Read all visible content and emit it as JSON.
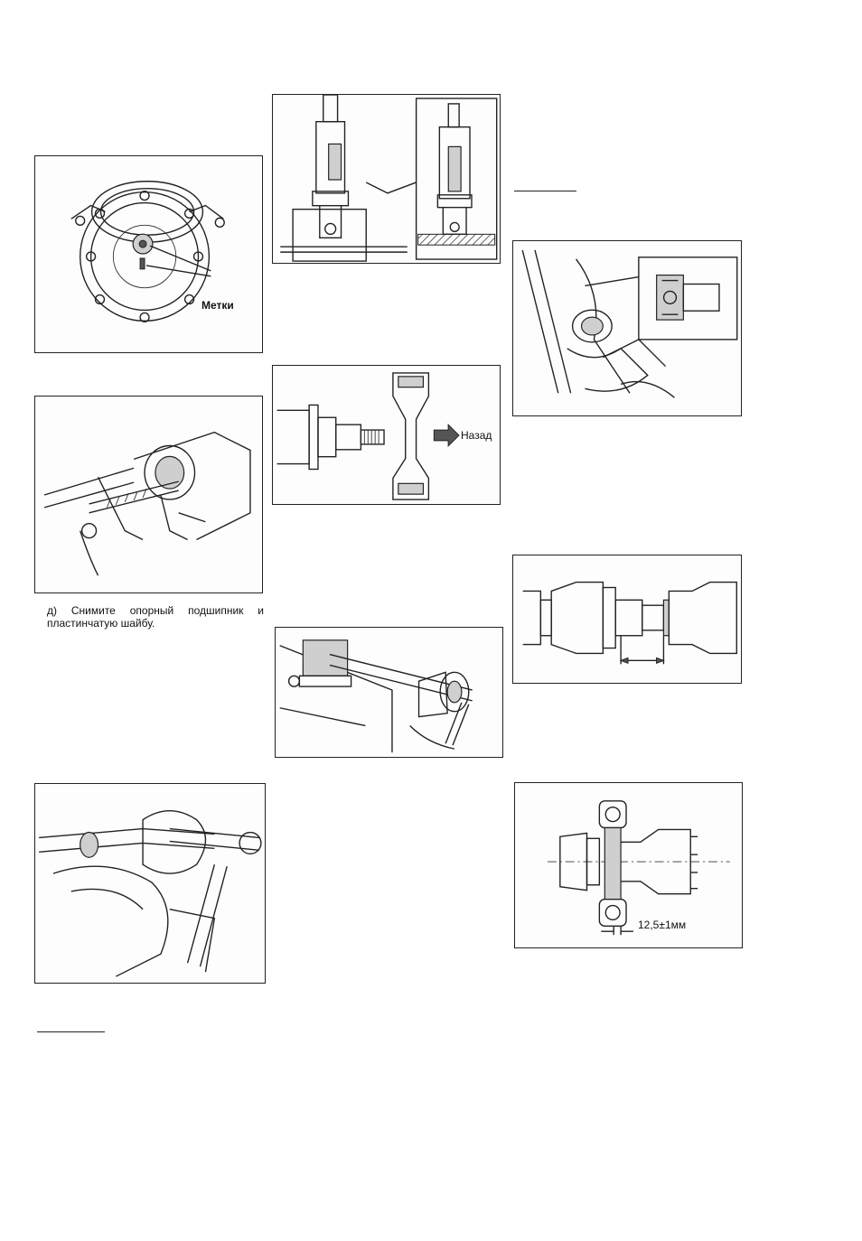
{
  "figures": {
    "flange_marks": {
      "label": "Метки"
    },
    "yoke_direction": {
      "label": "Назад"
    },
    "bearing_offset": {
      "label": "12,5±1мм"
    }
  },
  "caption": {
    "text": "д) Снимите опорный подшипник и пластинчатую шайбу."
  }
}
